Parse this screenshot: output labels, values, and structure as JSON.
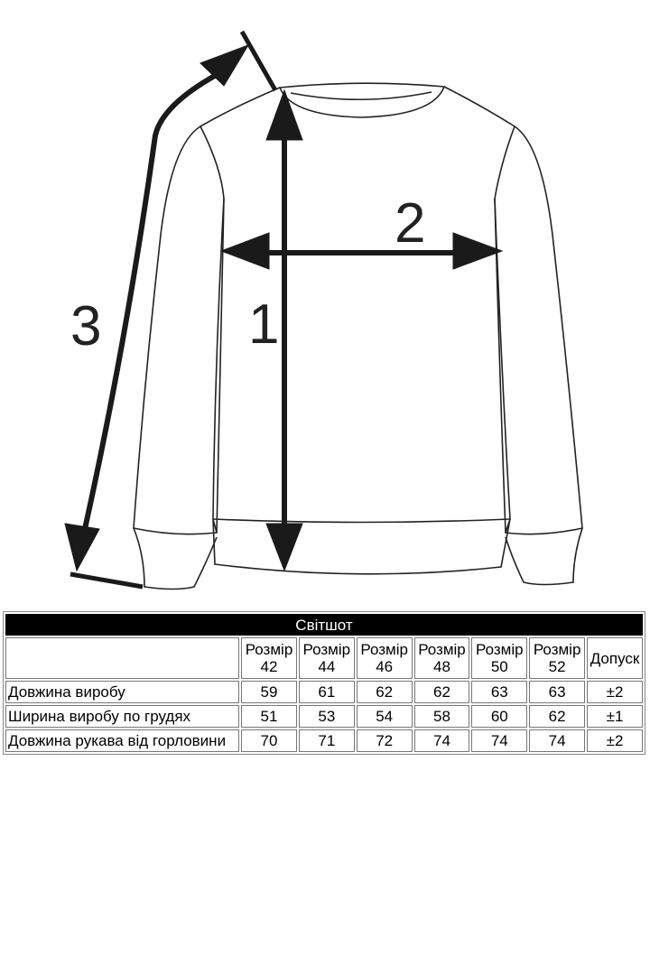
{
  "diagram": {
    "labels": [
      "1",
      "2",
      "3"
    ]
  },
  "table": {
    "title": "Світшот",
    "size_headers": [
      "Розмір 42",
      "Розмір 44",
      "Розмір 46",
      "Розмір 48",
      "Розмір 50",
      "Розмір 52"
    ],
    "tolerance_header": "Допуск",
    "rows": [
      {
        "label": "Довжина виробу",
        "values": [
          "59",
          "61",
          "62",
          "62",
          "63",
          "63"
        ],
        "tolerance": "±2"
      },
      {
        "label": "Ширина виробу по грудях",
        "values": [
          "51",
          "53",
          "54",
          "58",
          "60",
          "62"
        ],
        "tolerance": "±1"
      },
      {
        "label": "Довжина рукава від горловини",
        "values": [
          "70",
          "71",
          "72",
          "74",
          "74",
          "74"
        ],
        "tolerance": "±2"
      }
    ]
  }
}
